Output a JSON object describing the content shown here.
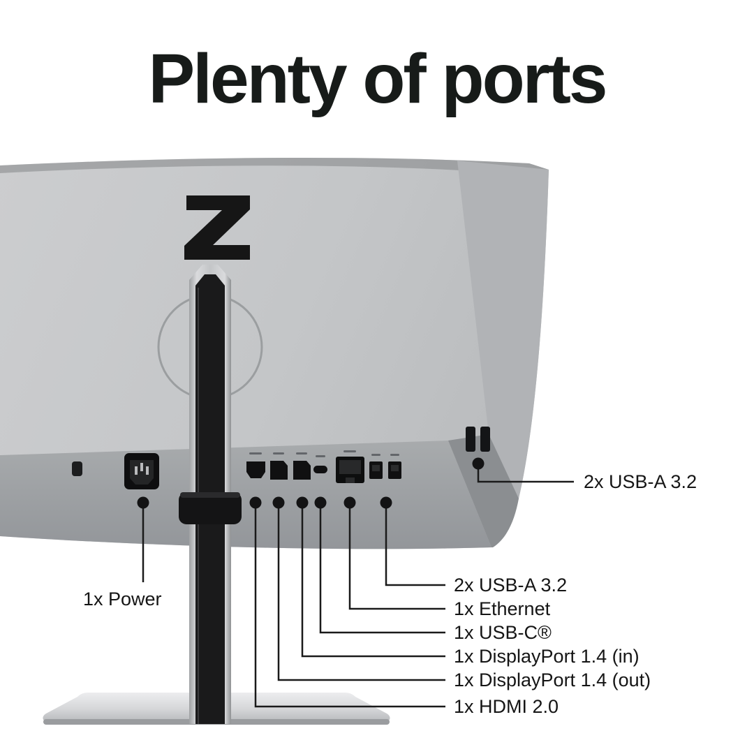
{
  "title": "Plenty of ports",
  "callouts": {
    "side_usb": "2x USB-A 3.2",
    "power": "1x Power",
    "rear_usb": "2x USB-A 3.2",
    "ethernet": "1x Ethernet",
    "usb_c": "1x USB-C®",
    "dp_in": "1x DisplayPort 1.4 (in)",
    "dp_out": "1x DisplayPort 1.4 (out)",
    "hdmi": "1x HDMI 2.0"
  },
  "colors": {
    "background": "#ffffff",
    "text": "#151515",
    "monitor_light_gray": "#c6c8ca",
    "monitor_dark_band": "#97999b",
    "port_black": "#101011",
    "callout_line": "#1a1a1a"
  }
}
